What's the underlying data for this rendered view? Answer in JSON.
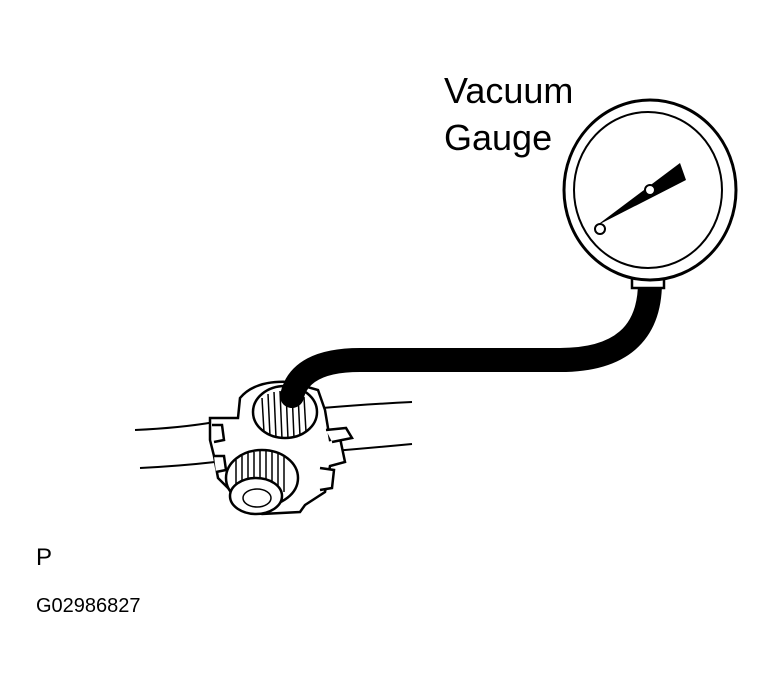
{
  "labels": {
    "gauge_line1": "Vacuum",
    "gauge_line2": "Gauge",
    "view_code": "P",
    "figure_id": "G02986827"
  },
  "colors": {
    "ink": "#000000",
    "paper": "#ffffff"
  },
  "icons": [
    "vacuum-gauge-icon",
    "hose-icon",
    "valve-assembly-icon"
  ]
}
